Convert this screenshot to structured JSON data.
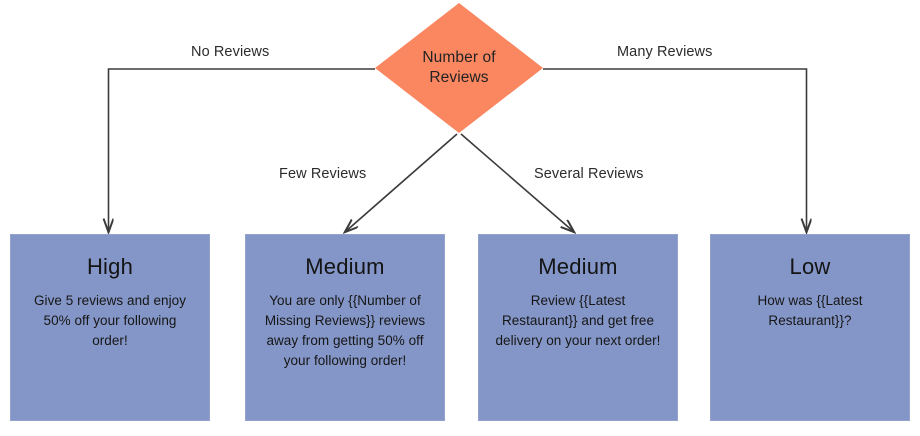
{
  "diagram": {
    "type": "flowchart",
    "title": "Number of Reviews decision flowchart",
    "colors": {
      "decision_fill": "#FB8761",
      "outcome_fill": "#8496C7",
      "edge_stroke": "#3B3B3B",
      "text": "#232323",
      "background": "#FFFFFF"
    },
    "decision": {
      "id": "number-of-reviews",
      "label": "Number of Reviews",
      "label_line1": "Number of",
      "label_line2": "Reviews",
      "shape": "diamond"
    },
    "edges": [
      {
        "id": "edge-no-reviews",
        "label": "No Reviews",
        "from": "number-of-reviews",
        "to": "outcome-high",
        "route": "elbow-left"
      },
      {
        "id": "edge-few-reviews",
        "label": "Few Reviews",
        "from": "number-of-reviews",
        "to": "outcome-medium-1",
        "route": "diagonal-left"
      },
      {
        "id": "edge-several-reviews",
        "label": "Several Reviews",
        "from": "number-of-reviews",
        "to": "outcome-medium-2",
        "route": "diagonal-right"
      },
      {
        "id": "edge-many-reviews",
        "label": "Many Reviews",
        "from": "number-of-reviews",
        "to": "outcome-low",
        "route": "elbow-right"
      }
    ],
    "outcomes": [
      {
        "id": "outcome-high",
        "title": "High",
        "body": "Give 5 reviews and enjoy 50% off your following order!"
      },
      {
        "id": "outcome-medium-1",
        "title": "Medium",
        "body": "You are only {{Number of Missing Reviews}} reviews away from getting 50% off your following order!"
      },
      {
        "id": "outcome-medium-2",
        "title": "Medium",
        "body": "Review {{Latest Restaurant}} and get free delivery on your next order!"
      },
      {
        "id": "outcome-low",
        "title": "Low",
        "body": "How was {{Latest Restaurant}}?"
      }
    ]
  }
}
